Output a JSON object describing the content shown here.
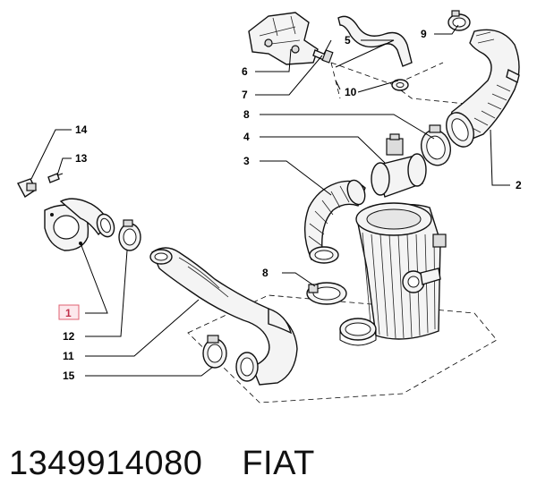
{
  "callouts": {
    "c1": "1",
    "c2": "2",
    "c3": "3",
    "c4": "4",
    "c5": "5",
    "c6": "6",
    "c7": "7",
    "c8a": "8",
    "c8b": "8",
    "c9": "9",
    "c10": "10",
    "c11": "11",
    "c12": "12",
    "c13": "13",
    "c14": "14",
    "c15": "15"
  },
  "highlight_color": "#e06070",
  "footer": {
    "part_number": "1349914080",
    "brand": "FIAT"
  }
}
